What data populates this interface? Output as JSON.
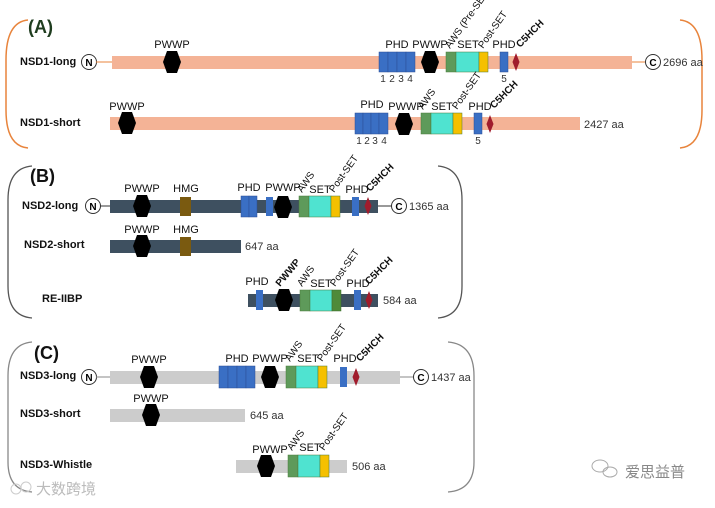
{
  "sections": [
    {
      "label": "(A)",
      "label_color": "#1f3d1f",
      "bracket_color": "#e8843c",
      "bar_color": "#f4b396",
      "rows": [
        {
          "name": "NSD1-long",
          "length": "2696 aa",
          "n_term": "N",
          "c_term": "C"
        },
        {
          "name": "NSD1-short",
          "length": "2427 aa"
        }
      ]
    },
    {
      "label": "(B)",
      "label_color": "#111111",
      "bracket_color": "#555555",
      "bar_color": "#3e5060",
      "rows": [
        {
          "name": "NSD2-long",
          "length": "1365 aa",
          "n_term": "N",
          "c_term": "C"
        },
        {
          "name": "NSD2-short",
          "length": "647 aa"
        },
        {
          "name": "RE-IIBP",
          "length": "584 aa"
        }
      ]
    },
    {
      "label": "(C)",
      "label_color": "#111111",
      "bracket_color": "#888888",
      "bar_color": "#cccccc",
      "rows": [
        {
          "name": "NSD3-long",
          "length": "1437 aa",
          "n_term": "N",
          "c_term": "C"
        },
        {
          "name": "NSD3-short",
          "length": "645 aa"
        },
        {
          "name": "NSD3-Whistle",
          "length": "506 aa"
        }
      ]
    }
  ],
  "domains": {
    "pwwp": "PWWP",
    "phd": "PHD",
    "hmg": "HMG",
    "aws": "AWS",
    "aws_preset": "AWS (Pre-SET)",
    "set": "SET",
    "post_set": "Post-SET",
    "c5hch": "C5HCH",
    "phd_numbers": [
      "1",
      "2",
      "3",
      "4",
      "5"
    ]
  },
  "colors": {
    "phd": "#3a6fc4",
    "pwwp": "#000000",
    "hmg": "#7a5a10",
    "aws": "#5e9a5a",
    "set": "#4fe3d0",
    "post_set": "#f5c000",
    "post_set_green": "#4f8a3a",
    "c5hch": "#a01c2c"
  },
  "watermarks": {
    "left": "大数跨境",
    "right": "爱思益普"
  }
}
